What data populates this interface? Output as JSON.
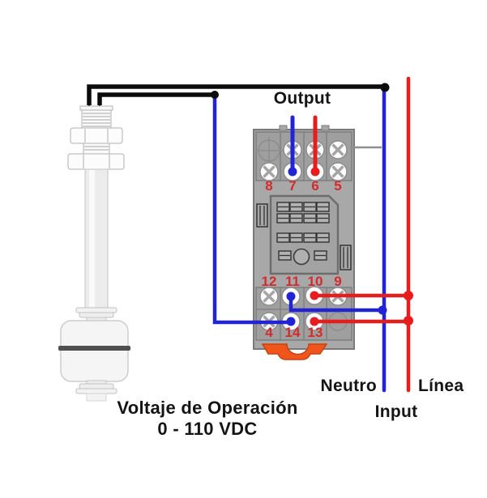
{
  "labels": {
    "output": "Output",
    "neutro": "Neutro",
    "linea": "Línea",
    "input": "Input",
    "voltage_title": "Voltaje de Operación",
    "voltage_value": "0 - 110 VDC"
  },
  "terminals": {
    "top": [
      "8",
      "7",
      "6",
      "5"
    ],
    "middle": [
      "12",
      "11",
      "10",
      "9"
    ],
    "bottom": [
      "4",
      "14",
      "13"
    ]
  },
  "colors": {
    "wire_black": "#0c0c0c",
    "wire_blue": "#2323d6",
    "wire_red": "#e81c1c",
    "terminal_number": "#d32b2b",
    "socket_body": "#a8a8a8",
    "socket_block": "#9f9f9f",
    "clip_orange": "#f0561c"
  },
  "components": {
    "float_sensor": "vertical float level switch",
    "relay_socket": "8/14-pin relay socket base"
  },
  "connections": [
    {
      "wire": "float lead A",
      "to": "Neutro (blue) input line",
      "color": "black"
    },
    {
      "wire": "float lead B",
      "to": "terminal 14",
      "color": "black then blue"
    },
    {
      "wire": "Output blue",
      "to": "terminal 7",
      "color": "blue"
    },
    {
      "wire": "Output red",
      "to": "terminal 6",
      "color": "red"
    },
    {
      "wire": "terminal 11",
      "to": "Neutro line",
      "color": "blue"
    },
    {
      "wire": "terminal 10",
      "to": "Línea line",
      "color": "red"
    },
    {
      "wire": "terminal 13",
      "to": "Línea line",
      "color": "red"
    }
  ]
}
